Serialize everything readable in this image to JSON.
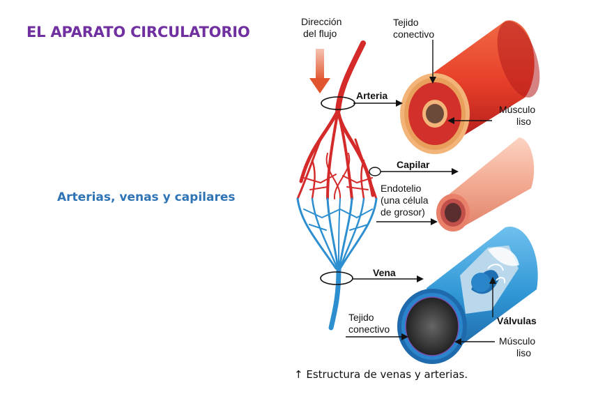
{
  "slide": {
    "title": "EL APARATO CIRCULATORIO",
    "subtitle": "Arterias, venas y capilares"
  },
  "diagram": {
    "flow_direction_line1": "Dirección",
    "flow_direction_line2": "del flujo",
    "artery_label": "Arteria",
    "artery_connective_line1": "Tejido",
    "artery_connective_line2": "conectivo",
    "artery_muscle_line1": "Músculo",
    "artery_muscle_line2": "liso",
    "capillary_label": "Capilar",
    "endothelium_line1": "Endotelio",
    "endothelium_line2": "(una célula",
    "endothelium_line3": "de grosor)",
    "vein_label": "Vena",
    "vein_connective_line1": "Tejido",
    "vein_connective_line2": "conectivo",
    "valves_label": "Válvulas",
    "vein_muscle_line1": "Músculo",
    "vein_muscle_line2": "liso",
    "caption_arrow": "↑",
    "caption": "Estructura de venas y arterias."
  },
  "colors": {
    "title": "#7030a0",
    "subtitle": "#2e74b5",
    "artery": "#d9312b",
    "capillary": "#f0a088",
    "vein": "#2f8fd0"
  }
}
